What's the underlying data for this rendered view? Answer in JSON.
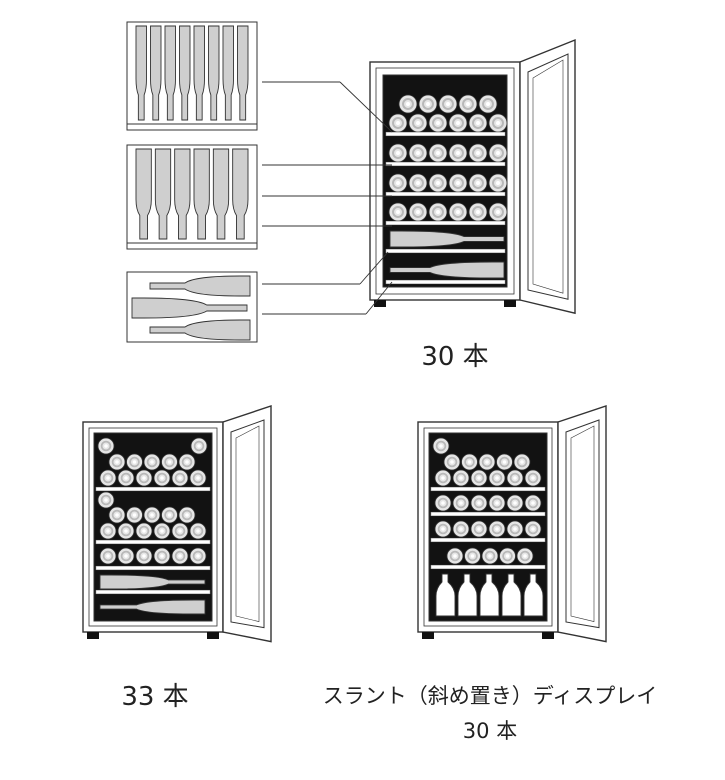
{
  "captions": {
    "top_count": "30 本",
    "left_count": "33 本",
    "right_label": "スラント（斜め置き）ディスプレイ",
    "right_count": "30 本"
  },
  "colors": {
    "line": "#333333",
    "cabinet_interior": "#121212",
    "bottle_base": "#e6e6e6",
    "bottle_ring": "#b8b8b8",
    "side_bottle": "#cfcfcf",
    "door_glass": "#ffffff",
    "shelf": "#ffffff"
  },
  "icons": [
    "wine-cabinet-icon",
    "shelf-side-view-icon",
    "bottle-end-icon",
    "leader-line"
  ]
}
